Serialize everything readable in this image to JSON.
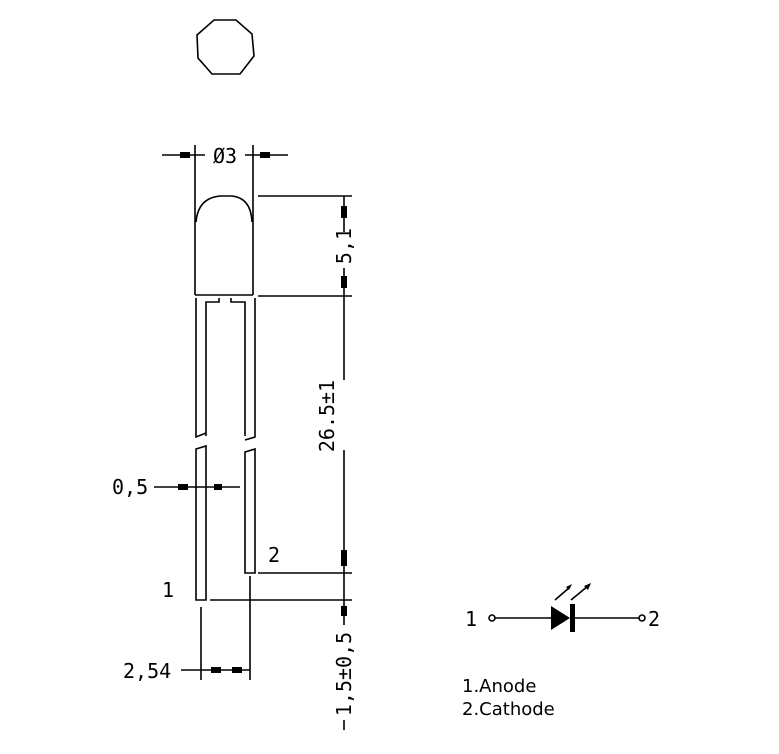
{
  "dimensions": {
    "diameter": "Ø3",
    "lens_height": "5,1",
    "lead_length": "26.5±1",
    "lead_width": "0,5",
    "lead_pitch": "2,54",
    "lead_offset": "1,5±0,5"
  },
  "pins": {
    "pin1": "1",
    "pin2": "2"
  },
  "schematic": {
    "pin1": "1",
    "pin2": "2"
  },
  "legend": {
    "anode": "1.Anode",
    "cathode": "2.Cathode"
  },
  "colors": {
    "line": "#000000",
    "background": "#ffffff"
  }
}
